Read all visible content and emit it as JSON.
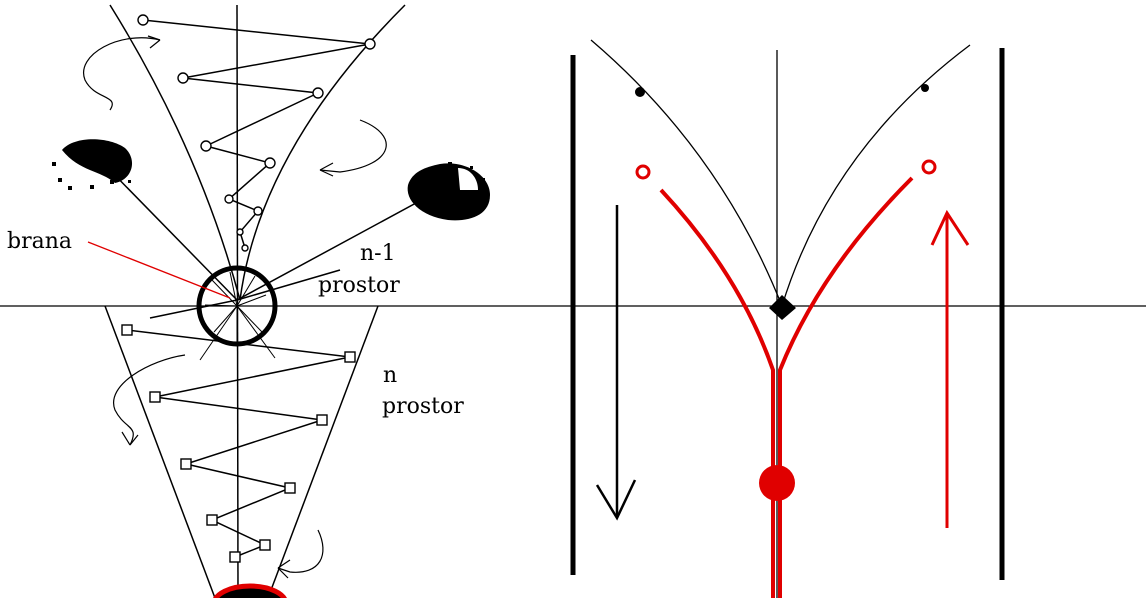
{
  "labels": {
    "brana": "brana",
    "n_minus_1": "n-1",
    "prostor_upper": "prostor",
    "n": "n",
    "prostor_lower": "prostor"
  },
  "colors": {
    "ink": "#000000",
    "red": "#e00000",
    "dark_red": "#c00000",
    "background": "#ffffff"
  }
}
